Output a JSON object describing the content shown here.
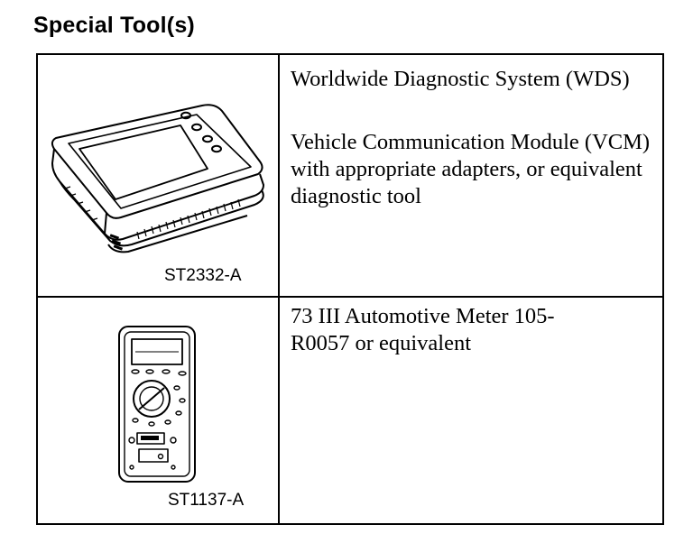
{
  "heading": "Special Tool(s)",
  "tools": [
    {
      "image_caption": "ST2332-A",
      "image_icon": "diagnostic-system-illustration",
      "desc_1": "Worldwide Diagnostic System (WDS)",
      "desc_2": "Vehicle Communication Module (VCM) with appropriate adapters, or equivalent diagnostic tool"
    },
    {
      "image_caption": "ST1137-A",
      "image_icon": "automotive-meter-illustration",
      "desc_1": "73 III Automotive Meter 105-R0057 or equivalent"
    }
  ]
}
